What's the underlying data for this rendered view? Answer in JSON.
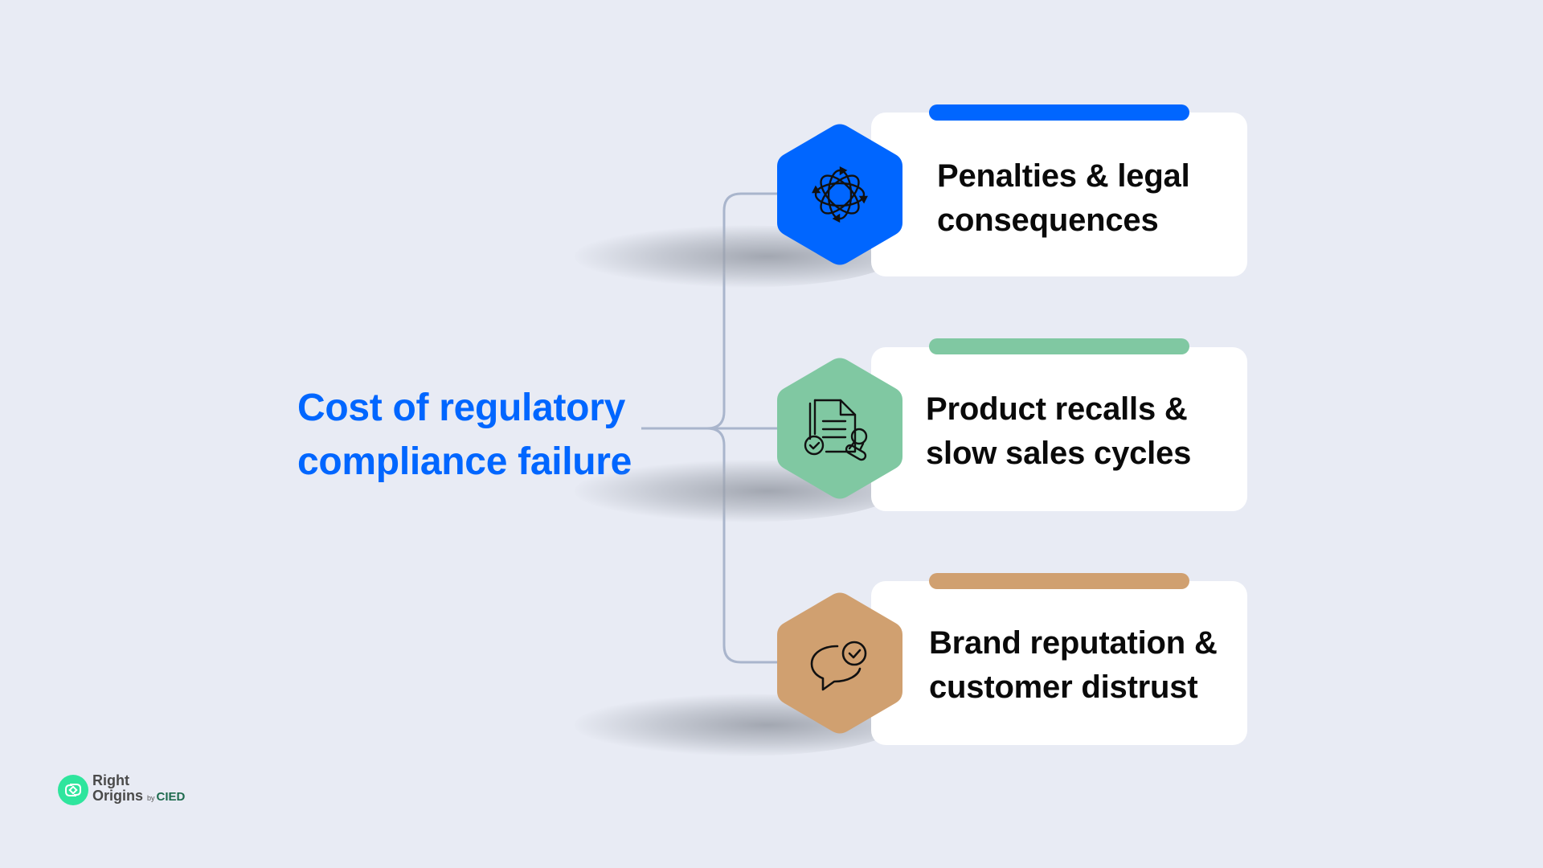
{
  "title": {
    "line1": "Cost of regulatory",
    "line2": "compliance failure",
    "color": "#0066ff"
  },
  "items": [
    {
      "line1": "Penalties & legal",
      "line2": "consequences",
      "accent": "#0066ff",
      "icon": "orbit-arrows-icon"
    },
    {
      "line1": "Product recalls &",
      "line2": "slow sales cycles",
      "accent": "#80c8a2",
      "icon": "document-stamp-icon"
    },
    {
      "line1": "Brand reputation &",
      "line2": "customer distrust",
      "accent": "#d0a070",
      "icon": "chat-check-icon"
    }
  ],
  "connector_color": "#a9b5cc",
  "background": "#e8ebf4",
  "logo": {
    "line1": "Right",
    "line2": "Origins",
    "by": "by",
    "brand": "CIED"
  }
}
